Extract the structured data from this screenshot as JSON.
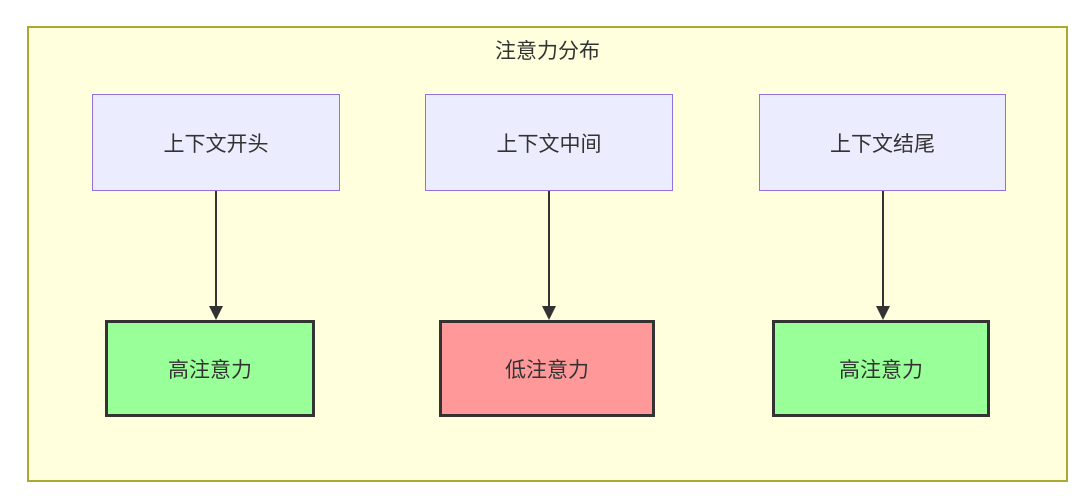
{
  "diagram": {
    "title": "注意力分布",
    "columns": [
      {
        "source": "上下文开头",
        "result": "高注意力",
        "level": "high"
      },
      {
        "source": "上下文中间",
        "result": "低注意力",
        "level": "low"
      },
      {
        "source": "上下文结尾",
        "result": "高注意力",
        "level": "high"
      }
    ],
    "colors": {
      "container_bg": "#ffffde",
      "container_border": "#aaaa33",
      "source_node_bg": "#ECECFF",
      "source_node_border": "#9370DB",
      "high_attention_bg": "#99ff99",
      "low_attention_bg": "#ff9999",
      "result_node_border": "#333333",
      "arrow": "#333333",
      "text": "#333333"
    }
  }
}
